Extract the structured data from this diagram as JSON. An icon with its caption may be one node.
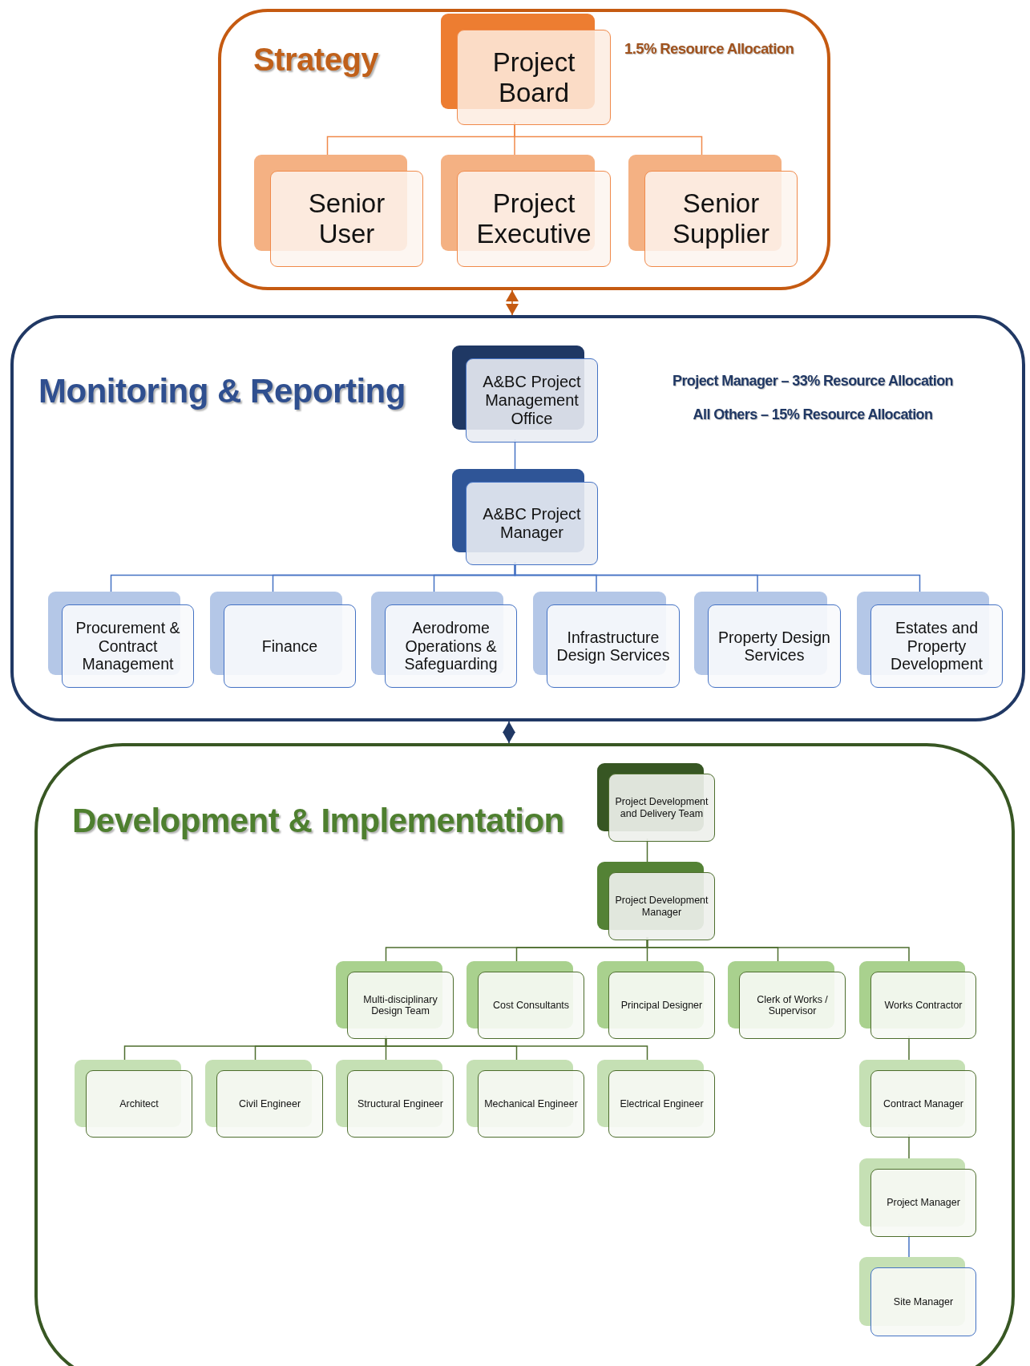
{
  "diagram": {
    "nodes": [
      {
        "text": [
          "Strategy",
          "1.5% Resource Allocation"
        ]
      },
      {
        "text": [
          "Project Board"
        ],
        "in": 0
      },
      {
        "text": [
          "Senior User"
        ],
        "in": 0
      },
      {
        "text": [
          "Project Executive"
        ],
        "in": 0
      },
      {
        "text": [
          "Senior Supplier"
        ],
        "in": 0
      },
      {
        "text": [
          "Monitoring & Reporting",
          "Project Manager – 33% Resource Allocation",
          "All Others – 15% Resource Allocation"
        ]
      },
      {
        "text": [
          "A&BC Project Management Office"
        ],
        "in": 5
      },
      {
        "text": [
          "A&BC Project Manager"
        ],
        "in": 5
      },
      {
        "text": [
          "Procurement & Contract Management"
        ],
        "in": 5
      },
      {
        "text": [
          "Finance"
        ],
        "in": 5
      },
      {
        "text": [
          "Aerodrome Operations & Safeguarding"
        ],
        "in": 5
      },
      {
        "text": [
          "Infrastructure Design Services"
        ],
        "in": 5
      },
      {
        "text": [
          "Property Design Services"
        ],
        "in": 5
      },
      {
        "text": [
          "Estates and Property Development"
        ],
        "in": 5
      },
      {
        "text": [
          "Development & Implementation"
        ]
      },
      {
        "text": [
          "Project Development and Delivery Team"
        ],
        "in": 14
      },
      {
        "text": [
          "Project Development Manager"
        ],
        "in": 14
      },
      {
        "text": [
          "Multi-disciplinary Design Team"
        ],
        "in": 14
      },
      {
        "text": [
          "Cost Consultants"
        ],
        "in": 14
      },
      {
        "text": [
          "Principal Designer"
        ],
        "in": 14
      },
      {
        "text": [
          "Clerk of Works / Supervisor"
        ],
        "in": 14
      },
      {
        "text": [
          "Works Contractor"
        ],
        "in": 14
      },
      {
        "text": [
          "Architect"
        ],
        "in": 14
      },
      {
        "text": [
          "Civil Engineer"
        ],
        "in": 14
      },
      {
        "text": [
          "Structural Engineer"
        ],
        "in": 14
      },
      {
        "text": [
          "Mechanical Engineer"
        ],
        "in": 14
      },
      {
        "text": [
          "Electrical Engineer"
        ],
        "in": 14
      },
      {
        "text": [
          "Contract Manager"
        ],
        "in": 14
      },
      {
        "text": [
          "Project Manager"
        ],
        "in": 14
      },
      {
        "text": [
          "Site Manager"
        ],
        "in": 14
      }
    ],
    "edges": [
      {
        "from": 1,
        "to": 2,
        "arrow": "none",
        "color": "#f08a4b"
      },
      {
        "from": 1,
        "to": 3,
        "arrow": "none",
        "color": "#f08a4b"
      },
      {
        "from": 1,
        "to": 4,
        "arrow": "none",
        "color": "#f08a4b"
      },
      {
        "from": 0,
        "to": 5,
        "arrow": "both",
        "color": "#c55a11"
      },
      {
        "from": 6,
        "to": 7,
        "arrow": "none",
        "color": "#4472c4"
      },
      {
        "from": 7,
        "to": 8,
        "arrow": "none",
        "color": "#4472c4"
      },
      {
        "from": 7,
        "to": 9,
        "arrow": "none",
        "color": "#4472c4"
      },
      {
        "from": 7,
        "to": 10,
        "arrow": "none",
        "color": "#4472c4"
      },
      {
        "from": 7,
        "to": 11,
        "arrow": "none",
        "color": "#4472c4"
      },
      {
        "from": 7,
        "to": 12,
        "arrow": "none",
        "color": "#4472c4"
      },
      {
        "from": 7,
        "to": 13,
        "arrow": "none",
        "color": "#4472c4"
      },
      {
        "from": 5,
        "to": 14,
        "arrow": "both",
        "color": "#203864"
      },
      {
        "from": 15,
        "to": 16,
        "arrow": "none"
      },
      {
        "from": 16,
        "to": 17,
        "arrow": "none"
      },
      {
        "from": 16,
        "to": 18,
        "arrow": "none"
      },
      {
        "from": 16,
        "to": 19,
        "arrow": "none"
      },
      {
        "from": 16,
        "to": 20,
        "arrow": "none"
      },
      {
        "from": 16,
        "to": 21,
        "arrow": "none"
      },
      {
        "from": 17,
        "to": 22,
        "arrow": "none"
      },
      {
        "from": 17,
        "to": 23,
        "arrow": "none"
      },
      {
        "from": 17,
        "to": 24,
        "arrow": "none"
      },
      {
        "from": 17,
        "to": 25,
        "arrow": "none"
      },
      {
        "from": 17,
        "to": 26,
        "arrow": "none"
      },
      {
        "from": 21,
        "to": 27,
        "arrow": "none"
      },
      {
        "from": 27,
        "to": 28,
        "arrow": "none"
      },
      {
        "from": 28,
        "to": 29,
        "arrow": "none",
        "color": "#4472c4"
      }
    ]
  }
}
